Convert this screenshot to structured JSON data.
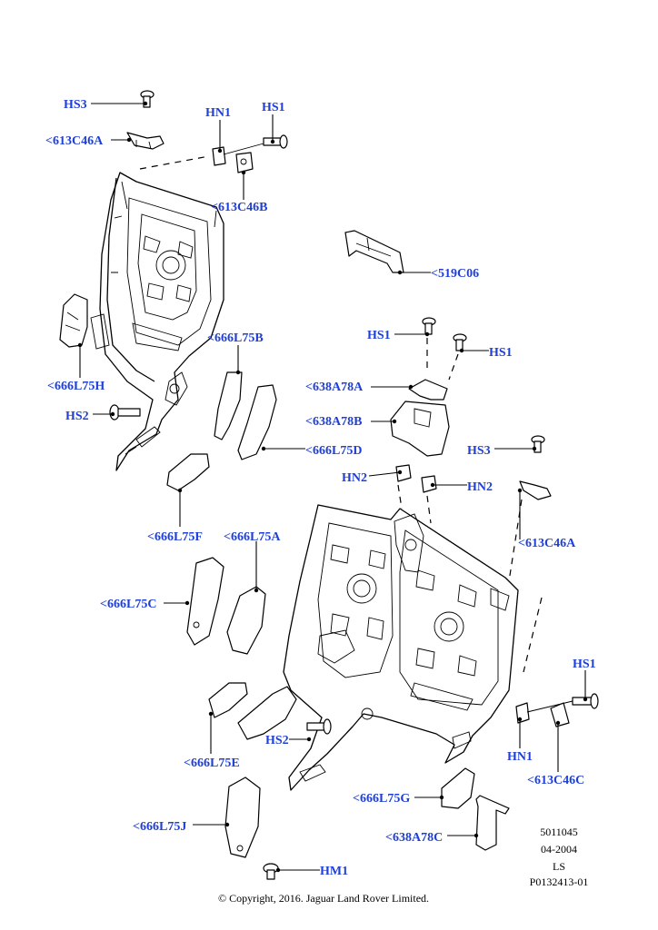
{
  "labels": {
    "hs3_top": "HS3",
    "c613c46a_top": "<613C46A",
    "hn1_top": "HN1",
    "hs1_top": "HS1",
    "c613c46b": "<613C46B",
    "c519c06": "<519C06",
    "c666l75b": "<666L75B",
    "hs1_mid_left": "HS1",
    "hs1_mid_right": "HS1",
    "c666l75h": "<666L75H",
    "c638a78a": "<638A78A",
    "c638a78b": "<638A78B",
    "hs2_left": "HS2",
    "c666l75d": "<666L75D",
    "hs3_right": "HS3",
    "hn2_left": "HN2",
    "hn2_right": "HN2",
    "c666l75f": "<666L75F",
    "c666l75a": "<666L75A",
    "c613c46a_right": "<613C46A",
    "c666l75c": "<666L75C",
    "hs1_right": "HS1",
    "hs2_bottom": "HS2",
    "hn1_right": "HN1",
    "c666l75e": "<666L75E",
    "c613c46c": "<613C46C",
    "c666l75g": "<666L75G",
    "c666l75j": "<666L75J",
    "c638a78c": "<638A78C",
    "hm1": "HM1"
  },
  "meta": {
    "line1": "5011045",
    "line2": "04-2004",
    "line3": "LS",
    "line4": "P0132413-01"
  },
  "copyright": "© Copyright, 2016. Jaguar Land Rover Limited."
}
